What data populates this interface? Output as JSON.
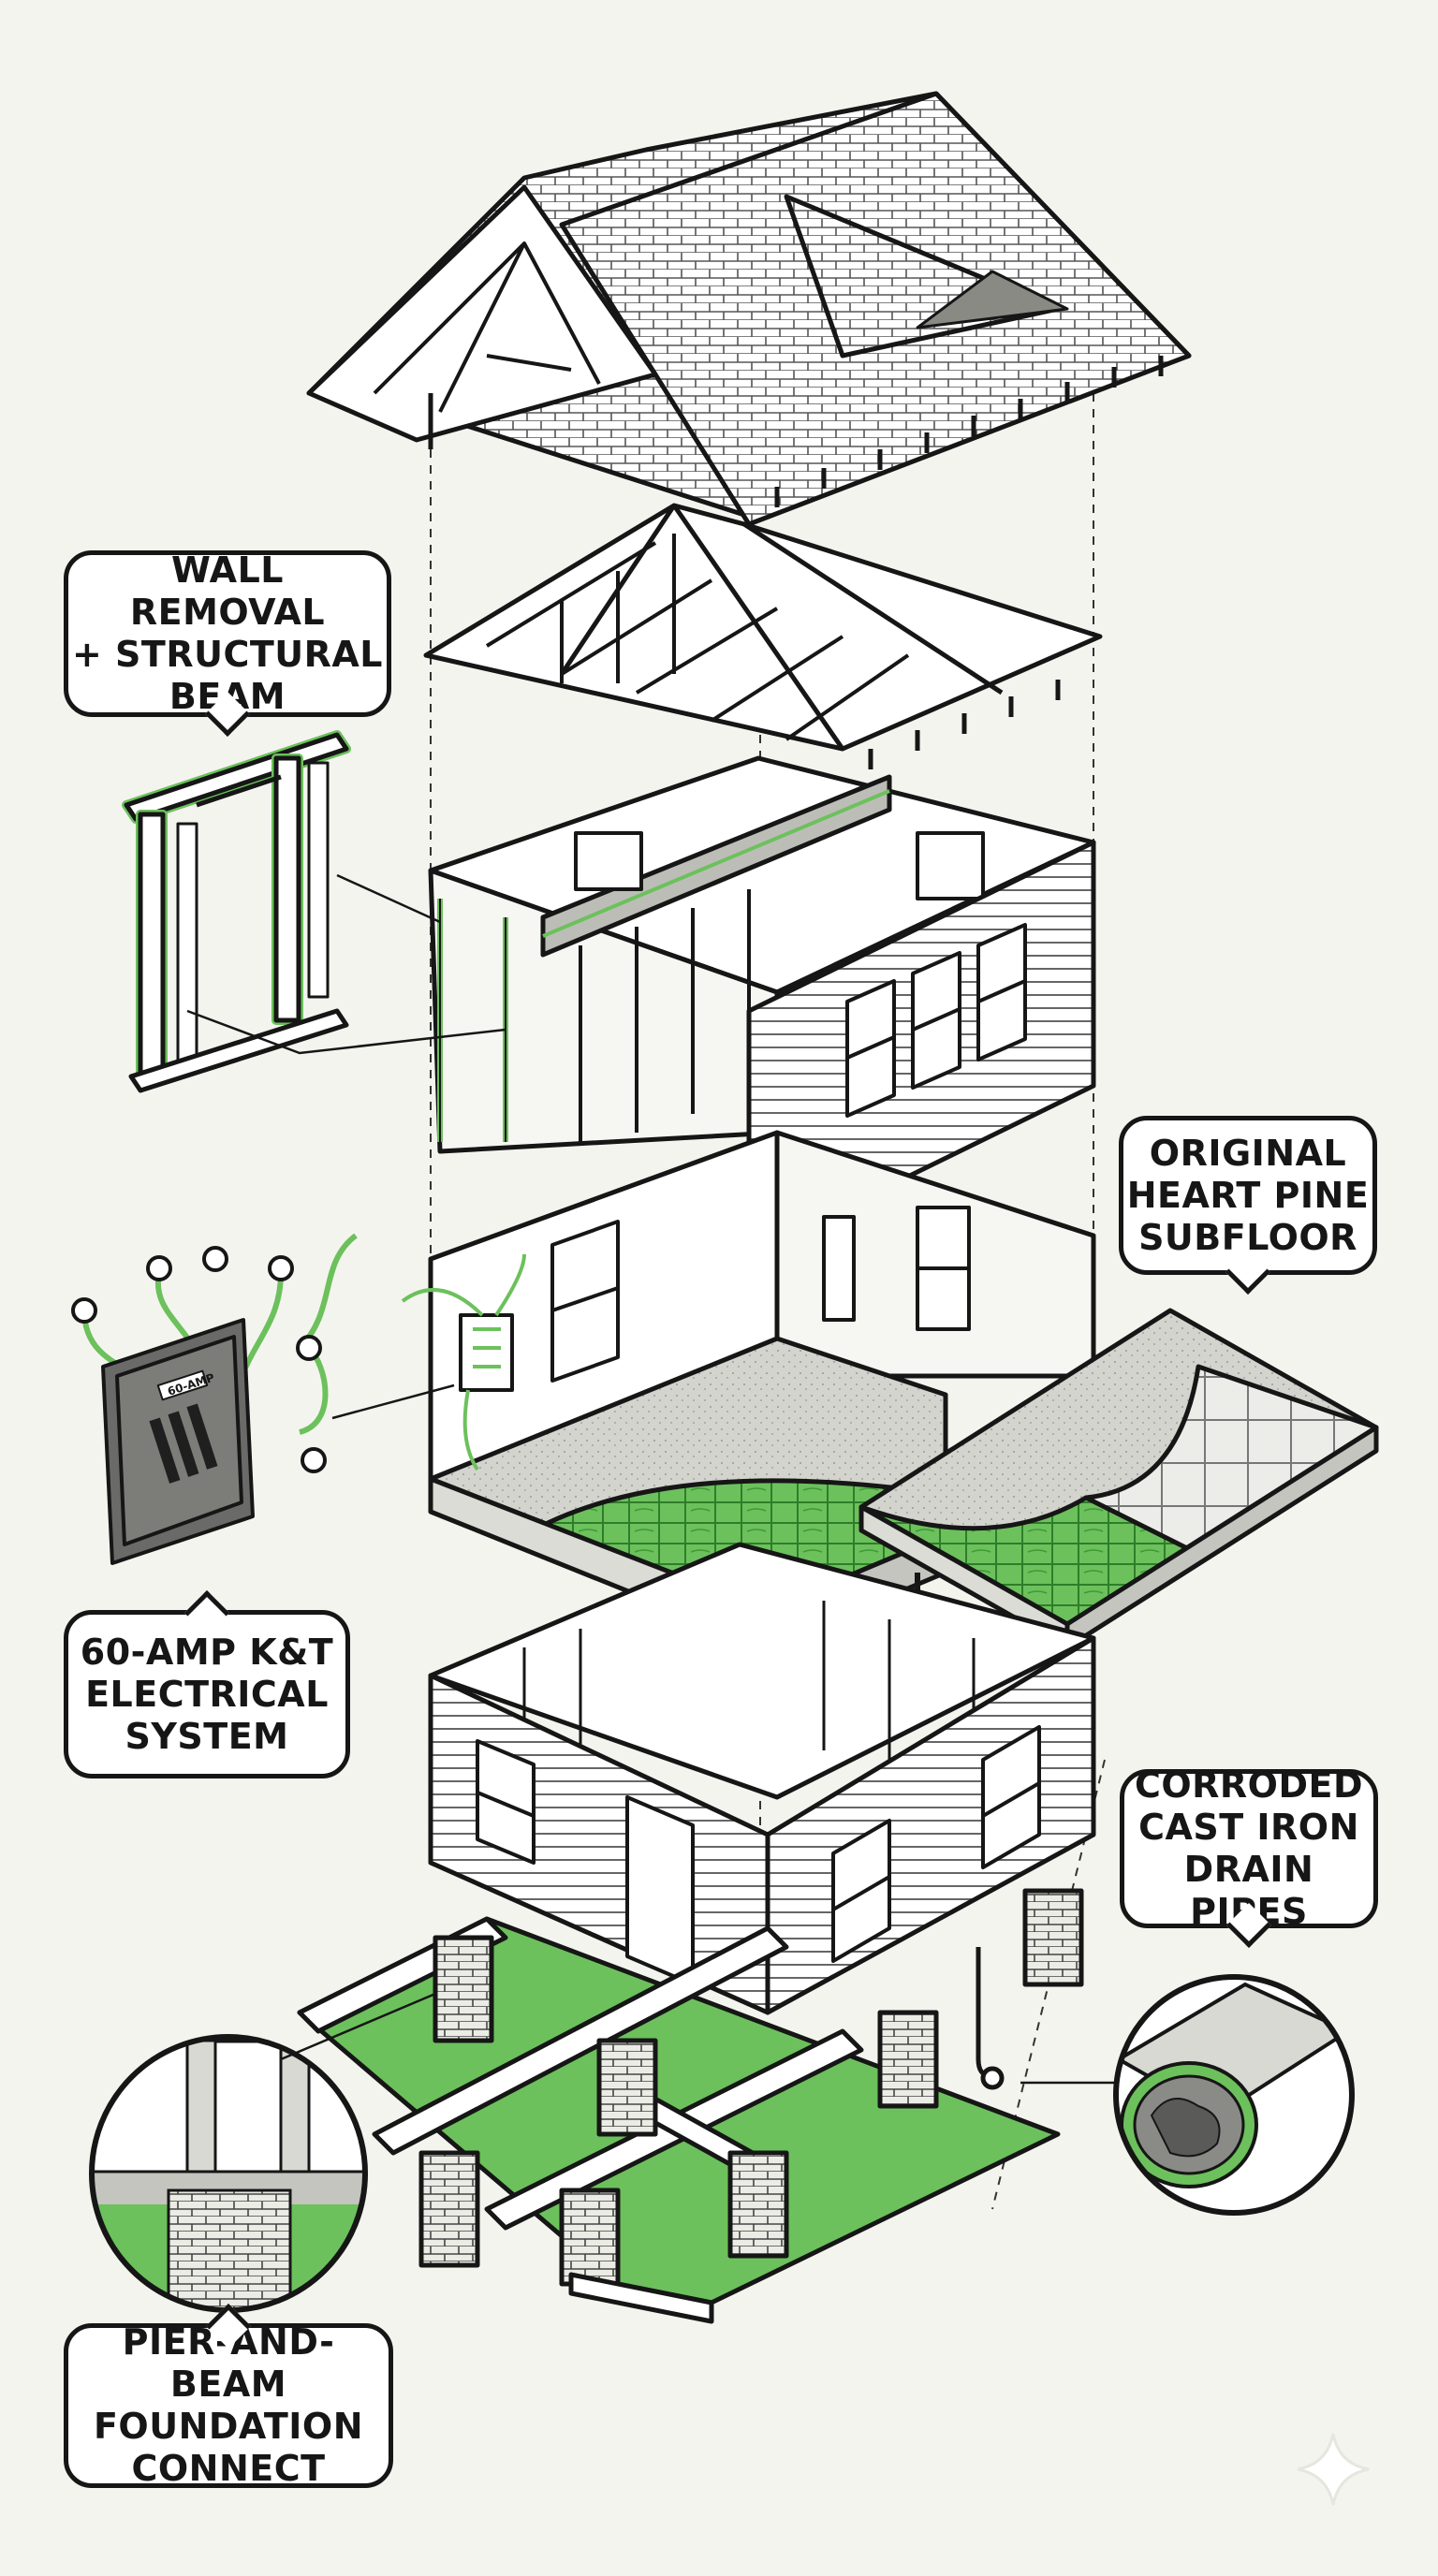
{
  "colors": {
    "background": "#f4f4ef",
    "accent_green": "#6cc15c",
    "dark_green": "#2f7d2a",
    "outline": "#161616",
    "light_gray": "#d9d9d4",
    "white": "#ffffff"
  },
  "callouts": {
    "wall_removal": "WALL REMOVAL\n+ STRUCTURAL\nBEAM",
    "heart_pine": "ORIGINAL\nHEART PINE\nSUBFLOOR",
    "electrical": "60-AMP K&T\nELECTRICAL\nSYSTEM",
    "drain_pipes": "CORRODED\nCAST IRON\nDRAIN PIPES",
    "foundation": "PIER-AND-BEAM\nFOUNDATION\nCONNECT"
  },
  "panel_labels": {
    "amp": "60-AMP"
  },
  "icons": {
    "sparkle": "sparkle-icon"
  }
}
